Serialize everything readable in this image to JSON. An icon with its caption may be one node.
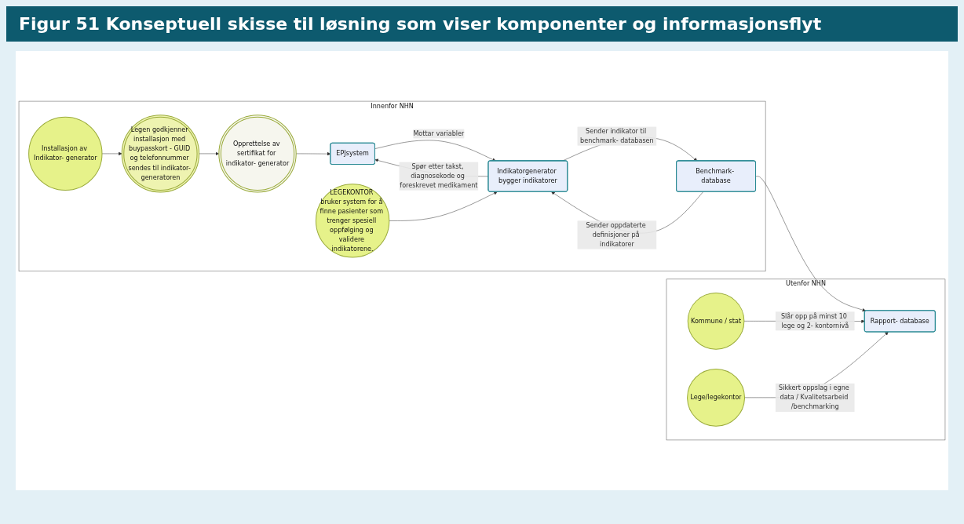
{
  "diagram": {
    "title": "Figur 51 Konseptuell skisse til løsning som viser komponenter og informasjonsflyt",
    "nodes": [
      {
        "text": [
          "Utenfor NHN"
        ]
      },
      {
        "text": [
          "Kommune / stat"
        ],
        "in": 0
      },
      {
        "text": [
          "Lege/legekontor"
        ],
        "in": 0
      },
      {
        "text": [
          "Rapport- database"
        ],
        "in": 0
      },
      {
        "text": [
          "Innenfor NHN"
        ]
      },
      {
        "text": [
          "Installasjon av Indikator- generator"
        ],
        "in": 4
      },
      {
        "text": [
          "Legen godkjenner installasjon med buypasskort - GUID og telefonnummer sendes til indikator- generatoren"
        ],
        "in": 4
      },
      {
        "text": [
          "Opprettelse av sertifikat for indikator- generator"
        ],
        "in": 4
      },
      {
        "text": [
          "EPJsystem"
        ],
        "in": 4
      },
      {
        "text": [
          "Indikatorgenerator bygger indikatorer"
        ],
        "in": 4
      },
      {
        "text": [
          "LEGEKONTOR bruker system for å finne pasienter som trenger spesiell oppfølging og validere indikatorene."
        ],
        "in": 4
      },
      {
        "text": [
          "Benchmark- database"
        ],
        "in": 4
      }
    ],
    "edges": [
      {
        "from": 1,
        "to": 3,
        "arrow": "to",
        "label": "Slår opp på minst 10 lege og 2- kontornivå"
      },
      {
        "from": 2,
        "to": 3,
        "arrow": "to",
        "label": "Sikkert oppslag i egne data / Kvalitetsarbeid /benchmarking"
      },
      {
        "from": 5,
        "to": 6,
        "arrow": "to"
      },
      {
        "from": 6,
        "to": 7,
        "arrow": "to"
      },
      {
        "from": 7,
        "to": 8,
        "arrow": "to"
      },
      {
        "from": 9,
        "to": 8,
        "arrow": "to",
        "label": "Spør etter takst, diagnosekode og foreskrevet medikament"
      },
      {
        "from": 8,
        "to": 9,
        "arrow": "to",
        "label": "Mottar variabler"
      },
      {
        "from": 10,
        "to": 9,
        "arrow": "to"
      },
      {
        "from": 9,
        "to": 11,
        "arrow": "to",
        "label": "Sender indikator til benchmark- databasen"
      },
      {
        "from": 11,
        "to": 9,
        "arrow": "to",
        "label": "Sender oppdaterte definisjoner på indikatorer"
      },
      {
        "from": 11,
        "to": 3,
        "arrow": "to"
      }
    ]
  }
}
